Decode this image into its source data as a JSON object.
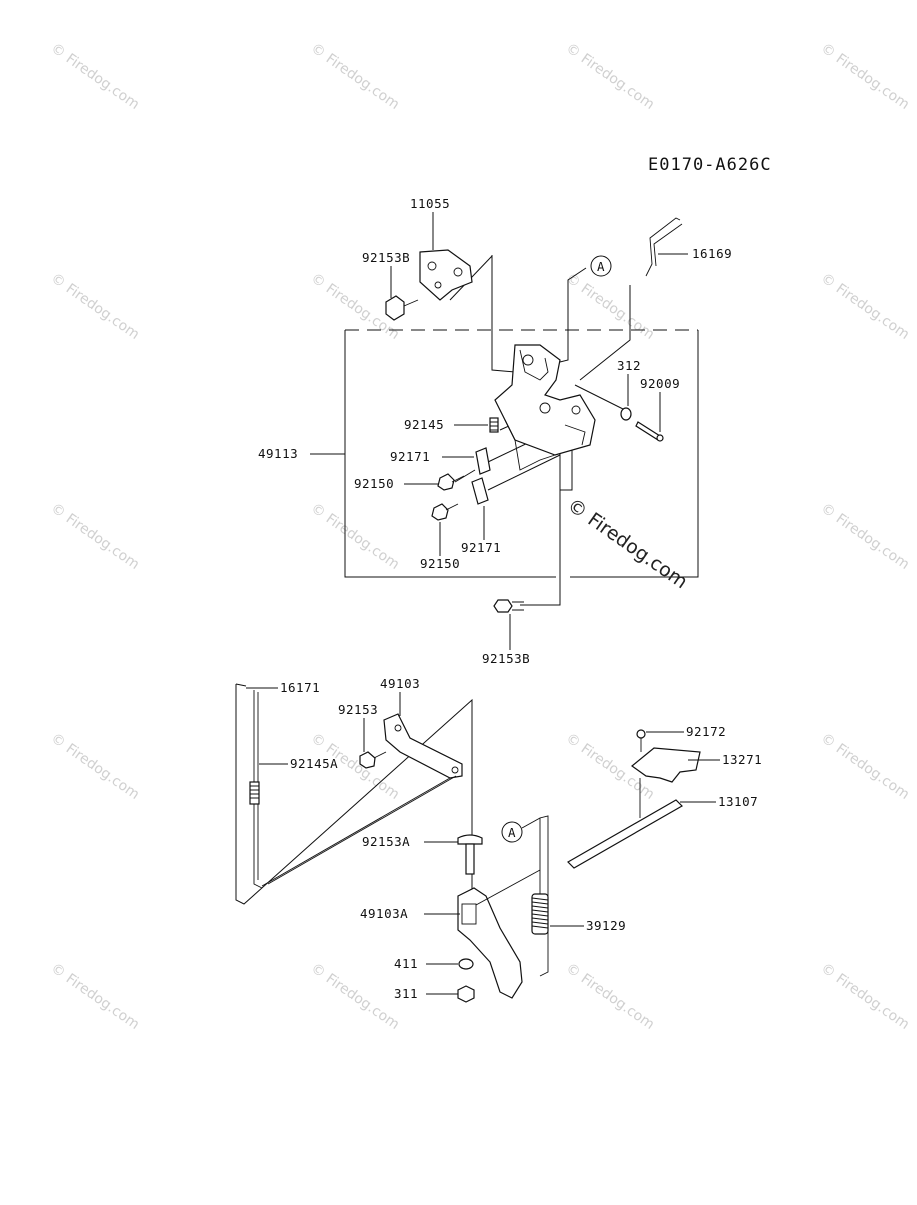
{
  "diagram_code": "E0170-A626C",
  "watermark_text": "© Firedog.com",
  "callouts": [
    "A",
    "A"
  ],
  "part_numbers": {
    "p11055": "11055",
    "p92153B_top": "92153B",
    "p16169": "16169",
    "p312": "312",
    "p92009": "92009",
    "p92145": "92145",
    "p49113": "49113",
    "p92171_a": "92171",
    "p92150_a": "92150",
    "p92171_b": "92171",
    "p92150_b": "92150",
    "p92153B_bottom": "92153B",
    "p16171": "16171",
    "p49103": "49103",
    "p92153": "92153",
    "p92145A": "92145A",
    "p92153A": "92153A",
    "p49103A": "49103A",
    "p411": "411",
    "p311": "311",
    "p92172": "92172",
    "p13271": "13271",
    "p13107": "13107",
    "p39129": "39129"
  }
}
